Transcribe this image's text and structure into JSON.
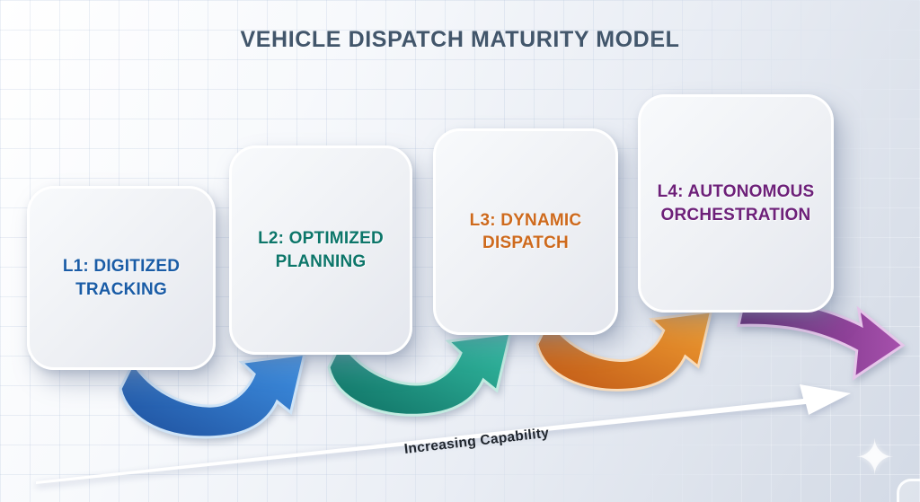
{
  "title": "VEHICLE DISPATCH MATURITY MODEL",
  "theme": {
    "title_color": "#42566b",
    "axis_label_color": "#20262e",
    "axis_arrow_color": "#ffffff",
    "background_light": "#ffffff",
    "background_dark": "#d3dae6"
  },
  "levels": [
    {
      "id": "L1",
      "label": "L1: DIGITIZED TRACKING",
      "text_color": "#1a5ca6",
      "arrow_gradient_from": "#1e4f9c",
      "arrow_gradient_to": "#3f93e6",
      "arrow_outline": "#cfe4f7"
    },
    {
      "id": "L2",
      "label": "L2: OPTIMIZED PLANNING",
      "text_color": "#0d766a",
      "arrow_gradient_from": "#0e6e62",
      "arrow_gradient_to": "#35c0a6",
      "arrow_outline": "#c3ebe1"
    },
    {
      "id": "L3",
      "label": "L3: DYNAMIC DISPATCH",
      "text_color": "#ce6a1d",
      "arrow_gradient_from": "#bf5716",
      "arrow_gradient_to": "#f2a032",
      "arrow_outline": "#f9dcba"
    },
    {
      "id": "L4",
      "label": "L4: AUTONOMOUS ORCHESTRATION",
      "text_color": "#6d2079",
      "arrow_gradient_from": "#5f2370",
      "arrow_gradient_to": "#a751ad",
      "arrow_outline": "#e6c6ea"
    }
  ],
  "axis": {
    "label": "Increasing Capability"
  },
  "decorations": {
    "sparkle_glyph": "✦"
  }
}
